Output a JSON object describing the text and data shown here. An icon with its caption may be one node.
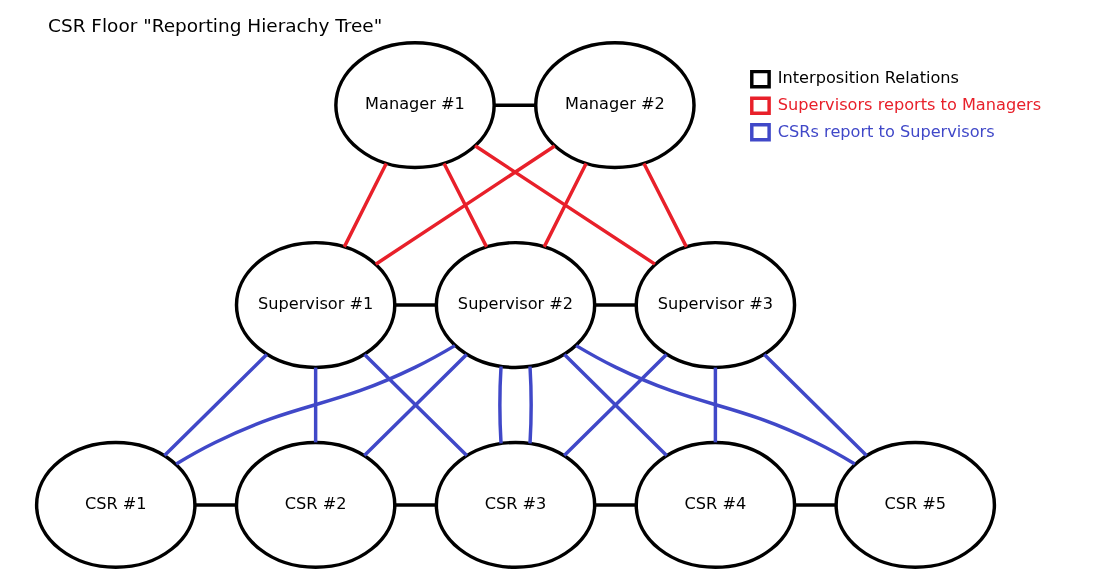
{
  "diagram": {
    "title": "CSR Floor \"Reporting Hierachy Tree\"",
    "nodes": [
      {
        "text": [
          "Manager #1"
        ]
      },
      {
        "text": [
          "Manager #2"
        ]
      },
      {
        "text": [
          "Supervisor #1"
        ]
      },
      {
        "text": [
          "Supervisor #2"
        ]
      },
      {
        "text": [
          "Supervisor #3"
        ]
      },
      {
        "text": [
          "CSR #1"
        ]
      },
      {
        "text": [
          "CSR #2"
        ]
      },
      {
        "text": [
          "CSR #3"
        ]
      },
      {
        "text": [
          "CSR #4"
        ]
      },
      {
        "text": [
          "CSR #5"
        ]
      }
    ],
    "edges": [
      {
        "from": 0,
        "to": 1,
        "arrow": "none",
        "color": "#000000"
      },
      {
        "from": 0,
        "to": 2,
        "arrow": "none",
        "color": "#e8202a"
      },
      {
        "from": 0,
        "to": 3,
        "arrow": "none",
        "color": "#e8202a"
      },
      {
        "from": 0,
        "to": 4,
        "arrow": "none",
        "color": "#e8202a"
      },
      {
        "from": 1,
        "to": 2,
        "arrow": "none",
        "color": "#e8202a"
      },
      {
        "from": 1,
        "to": 3,
        "arrow": "none",
        "color": "#e8202a"
      },
      {
        "from": 1,
        "to": 4,
        "arrow": "none",
        "color": "#e8202a"
      },
      {
        "from": 2,
        "to": 3,
        "arrow": "none",
        "color": "#000000"
      },
      {
        "from": 3,
        "to": 4,
        "arrow": "none",
        "color": "#000000"
      },
      {
        "from": 2,
        "to": 5,
        "arrow": "none"
      },
      {
        "from": 2,
        "to": 6,
        "arrow": "none"
      },
      {
        "from": 2,
        "to": 7,
        "arrow": "none"
      },
      {
        "from": 3,
        "to": 5,
        "arrow": "none"
      },
      {
        "from": 3,
        "to": 6,
        "arrow": "none"
      },
      {
        "from": 3,
        "to": 7,
        "arrow": "none"
      },
      {
        "from": 3,
        "to": 7,
        "arrow": "none"
      },
      {
        "from": 3,
        "to": 8,
        "arrow": "none"
      },
      {
        "from": 3,
        "to": 9,
        "arrow": "none"
      },
      {
        "from": 4,
        "to": 7,
        "arrow": "none"
      },
      {
        "from": 4,
        "to": 8,
        "arrow": "none"
      },
      {
        "from": 4,
        "to": 9,
        "arrow": "none"
      },
      {
        "from": 5,
        "to": 6,
        "arrow": "none",
        "color": "#000000"
      },
      {
        "from": 6,
        "to": 7,
        "arrow": "none",
        "color": "#000000"
      },
      {
        "from": 7,
        "to": 8,
        "arrow": "none",
        "color": "#000000"
      },
      {
        "from": 8,
        "to": 9,
        "arrow": "none",
        "color": "#000000"
      }
    ],
    "legend": [
      {
        "text": "Interposition Relations",
        "color": "#000000"
      },
      {
        "text": "Supervisors reports to Managers",
        "color": "#e8202a"
      },
      {
        "text": "CSRs report to Supervisors",
        "color": "#4048c8"
      }
    ]
  }
}
